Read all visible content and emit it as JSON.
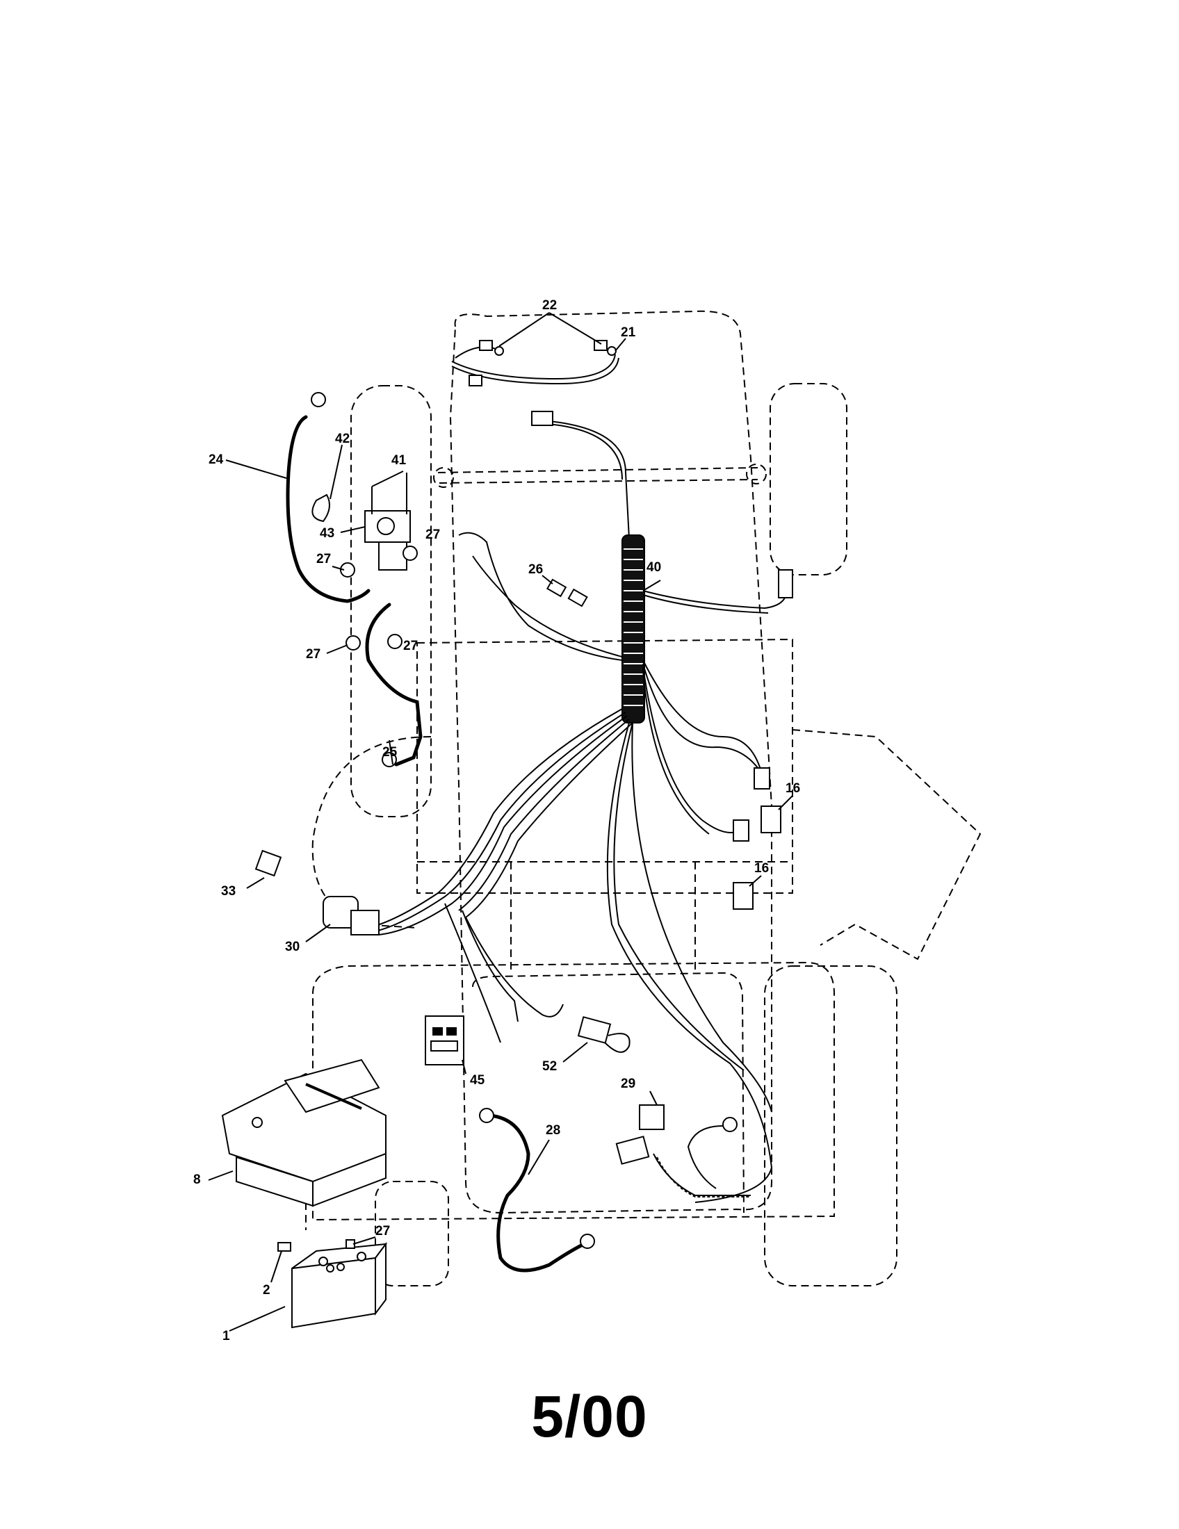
{
  "callouts": {
    "c1": "1",
    "c2": "2",
    "c8": "8",
    "c16a": "16",
    "c16b": "16",
    "c21": "21",
    "c22": "22",
    "c24": "24",
    "c25": "25",
    "c26": "26",
    "c27a": "27",
    "c27b": "27",
    "c27c": "27",
    "c27d": "27",
    "c27e": "27",
    "c28": "28",
    "c29": "29",
    "c30": "30",
    "c33": "33",
    "c40": "40",
    "c41": "41",
    "c42": "42",
    "c43": "43",
    "c45": "45",
    "c52": "52"
  },
  "footer": {
    "date": "5/00"
  }
}
